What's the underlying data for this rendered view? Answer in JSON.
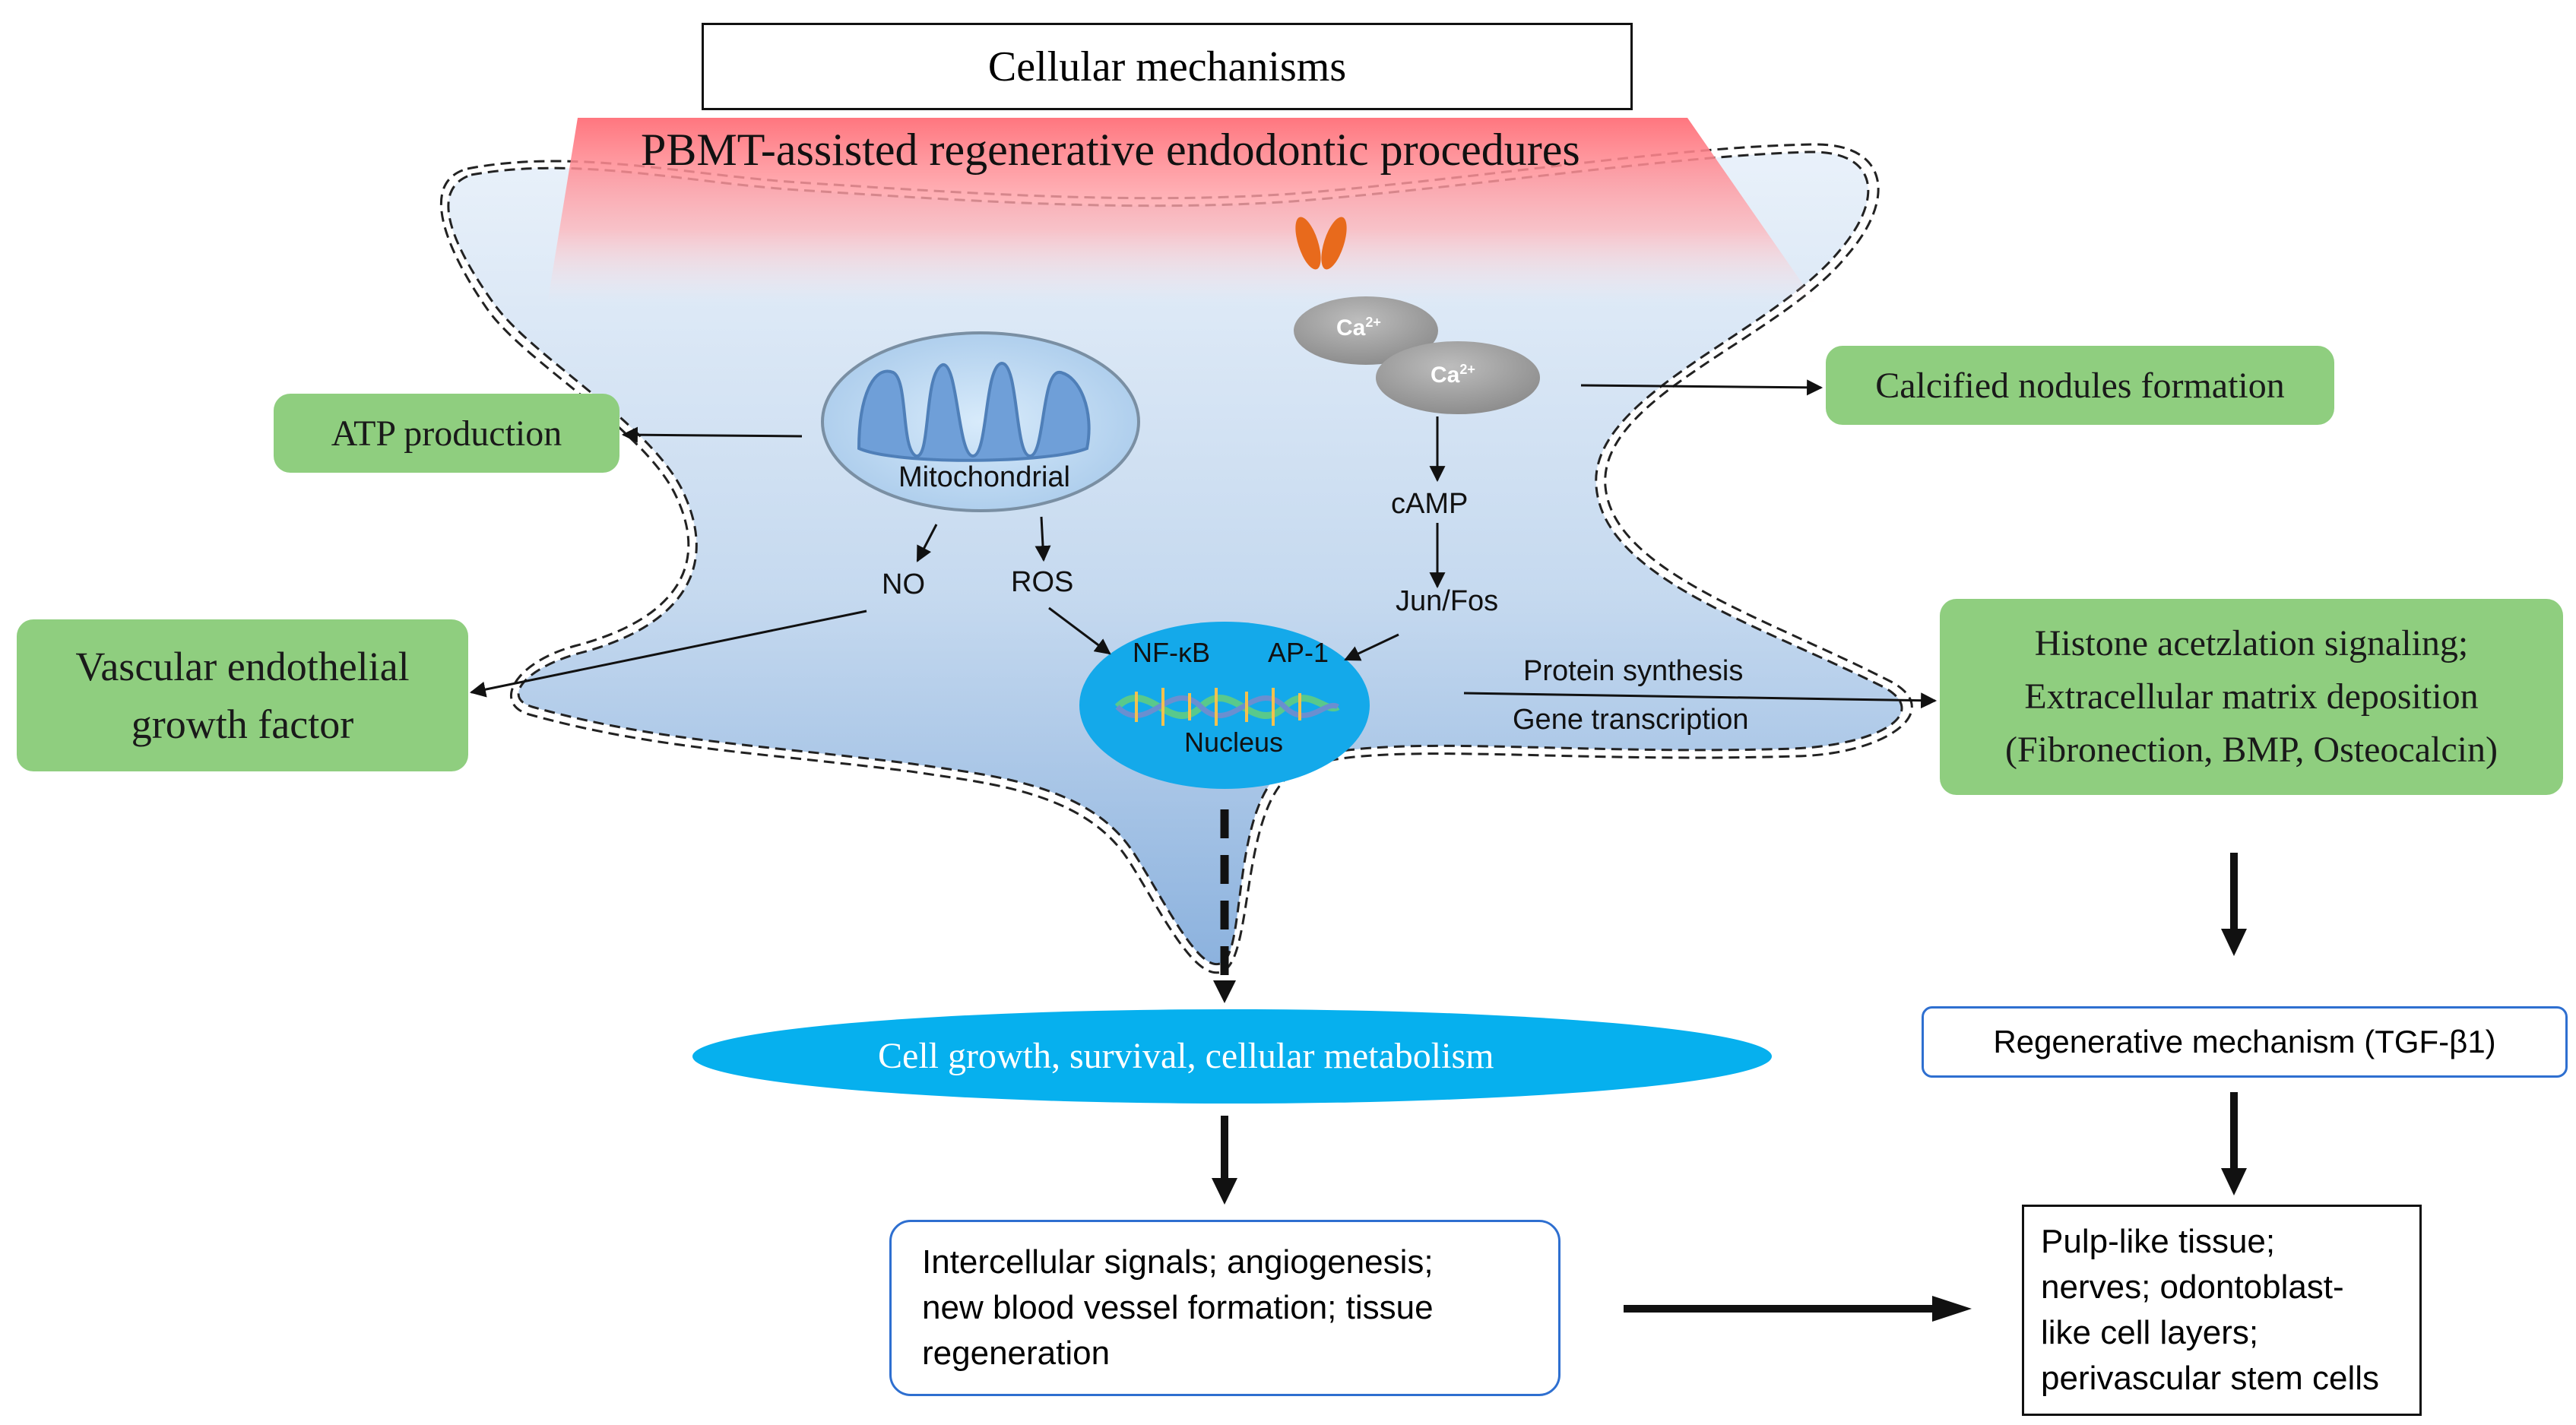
{
  "title": "Cellular mechanisms",
  "subtitle": "PBMT-assisted regenerative endodontic procedures",
  "organelles": {
    "mitochondrion": "Mitochondrial",
    "nucleus": "Nucleus",
    "calcium_1": "Ca",
    "calcium_2": "Ca",
    "calcium_charge": "2+"
  },
  "signals": {
    "no": "NO",
    "ros": "ROS",
    "camp": "cAMP",
    "jun_fos": "Jun/Fos",
    "nfkb": "NF-κB",
    "ap1": "AP-1",
    "protein_synthesis": "Protein synthesis",
    "gene_transcription": "Gene transcription"
  },
  "outcomes": {
    "atp": "ATP production",
    "vegf_line1": "Vascular endothelial",
    "vegf_line2": "growth factor",
    "calcified": "Calcified nodules formation",
    "histone_line1": "Histone acetzlation signaling;",
    "histone_line2": "Extracellular matrix deposition",
    "histone_line3": "(Fibronection, BMP, Osteocalcin)",
    "cell_growth": "Cell growth, survival, cellular metabolism",
    "regenerative": "Regenerative mechanism (TGF-β1)",
    "intercellular_line1": "Intercellular signals; angiogenesis;",
    "intercellular_line2": "new blood vessel formation; tissue",
    "intercellular_line3": "regeneration",
    "pulp_line1": "Pulp-like tissue;",
    "pulp_line2": "nerves; odontoblast-",
    "pulp_line3": "like cell layers;",
    "pulp_line4": "perivascular stem cells"
  },
  "colors": {
    "green_box": "#8fce7f",
    "cell_fill": "#c3d7ee",
    "laser": "#ff7a80",
    "nucleus": "#1aa8e8",
    "blue_outline": "#2e6fd0",
    "receptor": "#e86a1c"
  }
}
